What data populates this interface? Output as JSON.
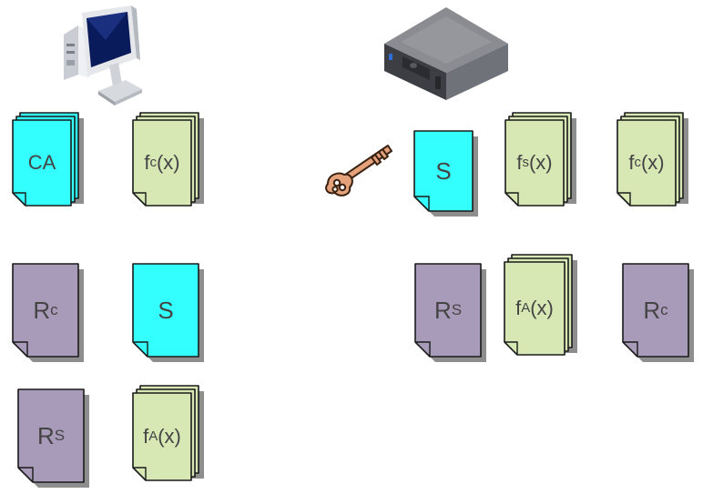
{
  "colors": {
    "cyan": "#33ffff",
    "green": "#d7e8b4",
    "purple": "#a89ab9",
    "shadow": "#8e8e8e",
    "text": "#444444"
  },
  "icons": {
    "client": "desktop-computer-icon",
    "server": "rack-server-icon",
    "key": "key-icon"
  },
  "client": {
    "docs": [
      {
        "base": "CA",
        "sub": "",
        "suffix": "",
        "style": "stack",
        "color": "cyan"
      },
      {
        "base": "f",
        "sub": "c",
        "suffix": "(x)",
        "style": "stack",
        "color": "green"
      },
      {
        "base": "R",
        "sub": "c",
        "suffix": "",
        "style": "single",
        "color": "purple"
      },
      {
        "base": "S",
        "sub": "",
        "suffix": "",
        "style": "single",
        "color": "cyan"
      },
      {
        "base": "R",
        "sub": "S",
        "suffix": "",
        "style": "single",
        "color": "purple"
      },
      {
        "base": "f",
        "sub": "A",
        "suffix": "(x)",
        "style": "stack",
        "color": "green"
      }
    ]
  },
  "server": {
    "docs": [
      {
        "base": "S",
        "sub": "",
        "suffix": "",
        "style": "single",
        "color": "cyan"
      },
      {
        "base": "f",
        "sub": "s",
        "suffix": "(x)",
        "style": "stack",
        "color": "green"
      },
      {
        "base": "f",
        "sub": "c",
        "suffix": "(x)",
        "style": "stack",
        "color": "green"
      },
      {
        "base": "R",
        "sub": "S",
        "suffix": "",
        "style": "single",
        "color": "purple"
      },
      {
        "base": "f",
        "sub": "A",
        "suffix": "(x)",
        "style": "stack",
        "color": "green"
      },
      {
        "base": "R",
        "sub": "c",
        "suffix": "",
        "style": "single",
        "color": "purple"
      }
    ]
  }
}
